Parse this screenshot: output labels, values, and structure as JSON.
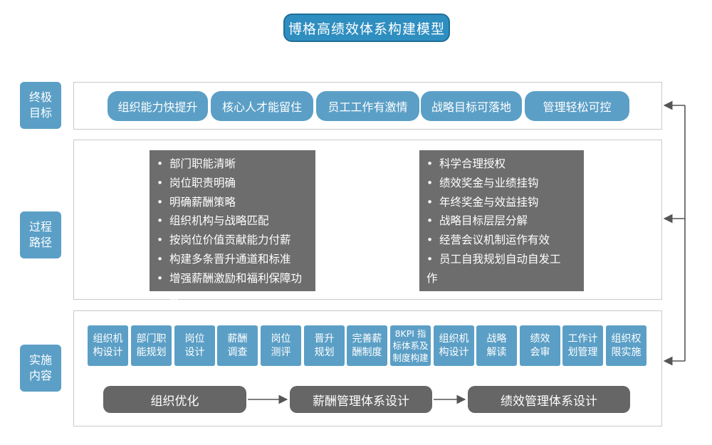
{
  "title": "博格高绩效体系构建模型",
  "rows": {
    "goal": {
      "line1": "终极",
      "line2": "目标"
    },
    "process": {
      "line1": "过程",
      "line2": "路径"
    },
    "impl": {
      "line1": "实施",
      "line2": "内容"
    }
  },
  "goals": [
    "组织能力快提升",
    "核心人才能留住",
    "员工工作有激情",
    "战略目标可落地",
    "管理轻松可控"
  ],
  "process_left": [
    "部门职能清晰",
    "岗位职责明确",
    "明确薪酬策略",
    "组织机构与战略匹配",
    "按岗位价值贡献能力付薪",
    "构建多条晋升通道和标准",
    "增强薪酬激励和福利保障功能"
  ],
  "process_right": [
    "科学合理授权",
    "绩效奖金与业绩挂钩",
    "年终奖金与效益挂钩",
    "战略目标层层分解",
    "经营会议机制运作有效",
    "员工自我规划自动自发工",
    "作"
  ],
  "items": [
    {
      "l1": "组织机",
      "l2": "构设计"
    },
    {
      "l1": "部门职",
      "l2": "能规划"
    },
    {
      "l1": "岗位",
      "l2": "设计"
    },
    {
      "l1": "薪酬",
      "l2": "调查"
    },
    {
      "l1": "岗位",
      "l2": "测评"
    },
    {
      "l1": "晋升",
      "l2": "规划"
    },
    {
      "l1": "完善薪",
      "l2": "酬制度"
    },
    {
      "l1": "8KPI 指",
      "l2": "标体系及",
      "l3": "制度构建"
    },
    {
      "l1": "组织机",
      "l2": "构设计"
    },
    {
      "l1": "战略",
      "l2": "解读"
    },
    {
      "l1": "绩效",
      "l2": "会审"
    },
    {
      "l1": "工作计",
      "l2": "划管理"
    },
    {
      "l1": "组织权",
      "l2": "限实施"
    }
  ],
  "stages": [
    "组织优化",
    "薪酬管理体系设计",
    "绩效管理体系设计"
  ],
  "bullet_symbol": "•",
  "colors": {
    "title_bg": "#2f8ec0",
    "box_blue": "#5b9fc6",
    "box_gray": "#6d6d6d",
    "stage_gray": "#666666",
    "frame": "#c9c9c9"
  }
}
